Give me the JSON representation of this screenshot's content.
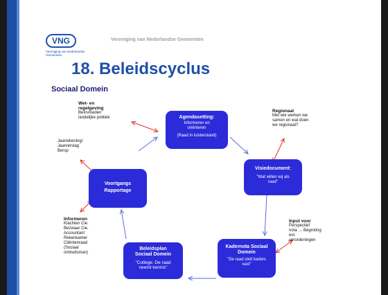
{
  "header": {
    "logo_text": "VNG",
    "logo_subtext": "Vereniging van Nederlandse Gemeenten",
    "organization": "Vereniging van Nederlandse Gemeenten",
    "title": "18. Beleidscyclus",
    "subtitle": "Sociaal Domein"
  },
  "colors": {
    "box_fill": "#2b2bd9",
    "accent_blue": "#1f4fa8",
    "flow_arrow": "#5a6bd6",
    "link_arrow": "#e03030"
  },
  "boxes": {
    "agenda": {
      "title": "Agendasetting:",
      "sub1": "Informeren en",
      "sub2": "oriënteren",
      "sub3": "(Raad in luisterstand)"
    },
    "visie": {
      "title": "Visiedocument:",
      "sub1": "\"Wat willen wij als",
      "sub2": "raad\""
    },
    "kadernota": {
      "title1": "Kadernota Sociaal",
      "title2": "Domein",
      "sub1": "\"De raad stelt kaders",
      "sub2": "vast\""
    },
    "beleidsplan": {
      "title1": "Beleidsplan",
      "title2": "Sociaal Domein",
      "sub1": "\"College. De raad",
      "sub2": "neemt kennis\""
    },
    "voortgang": {
      "title1": "Voortgangs",
      "title2": "Rapportage"
    }
  },
  "annotations": {
    "wet": {
      "title1": "Wet- en",
      "title2": "regelgeving",
      "lines": [
        "Beïnvloeden",
        "landelijke politiek"
      ]
    },
    "regionaal": {
      "title": "Regionaal",
      "lines": [
        "Met wie werken we",
        "samen en wat doen",
        "we regionaal?"
      ]
    },
    "jaarrekening": {
      "lines": [
        "Jaarrekening/",
        "Jaarverslag",
        "Bersp"
      ]
    },
    "informeren": {
      "title": "Informeren",
      "lines": [
        "Klachten Cie.",
        "Bezwaar Cie.",
        "Accountant",
        "Rekenkamer",
        "Cliëntenraad",
        "(Sociaal",
        "ombudsman)"
      ]
    },
    "input": {
      "title": "Input voor",
      "lines": [
        "Perspectief",
        "nota → Begroting",
        "evt.",
        "verordeningen"
      ]
    }
  }
}
